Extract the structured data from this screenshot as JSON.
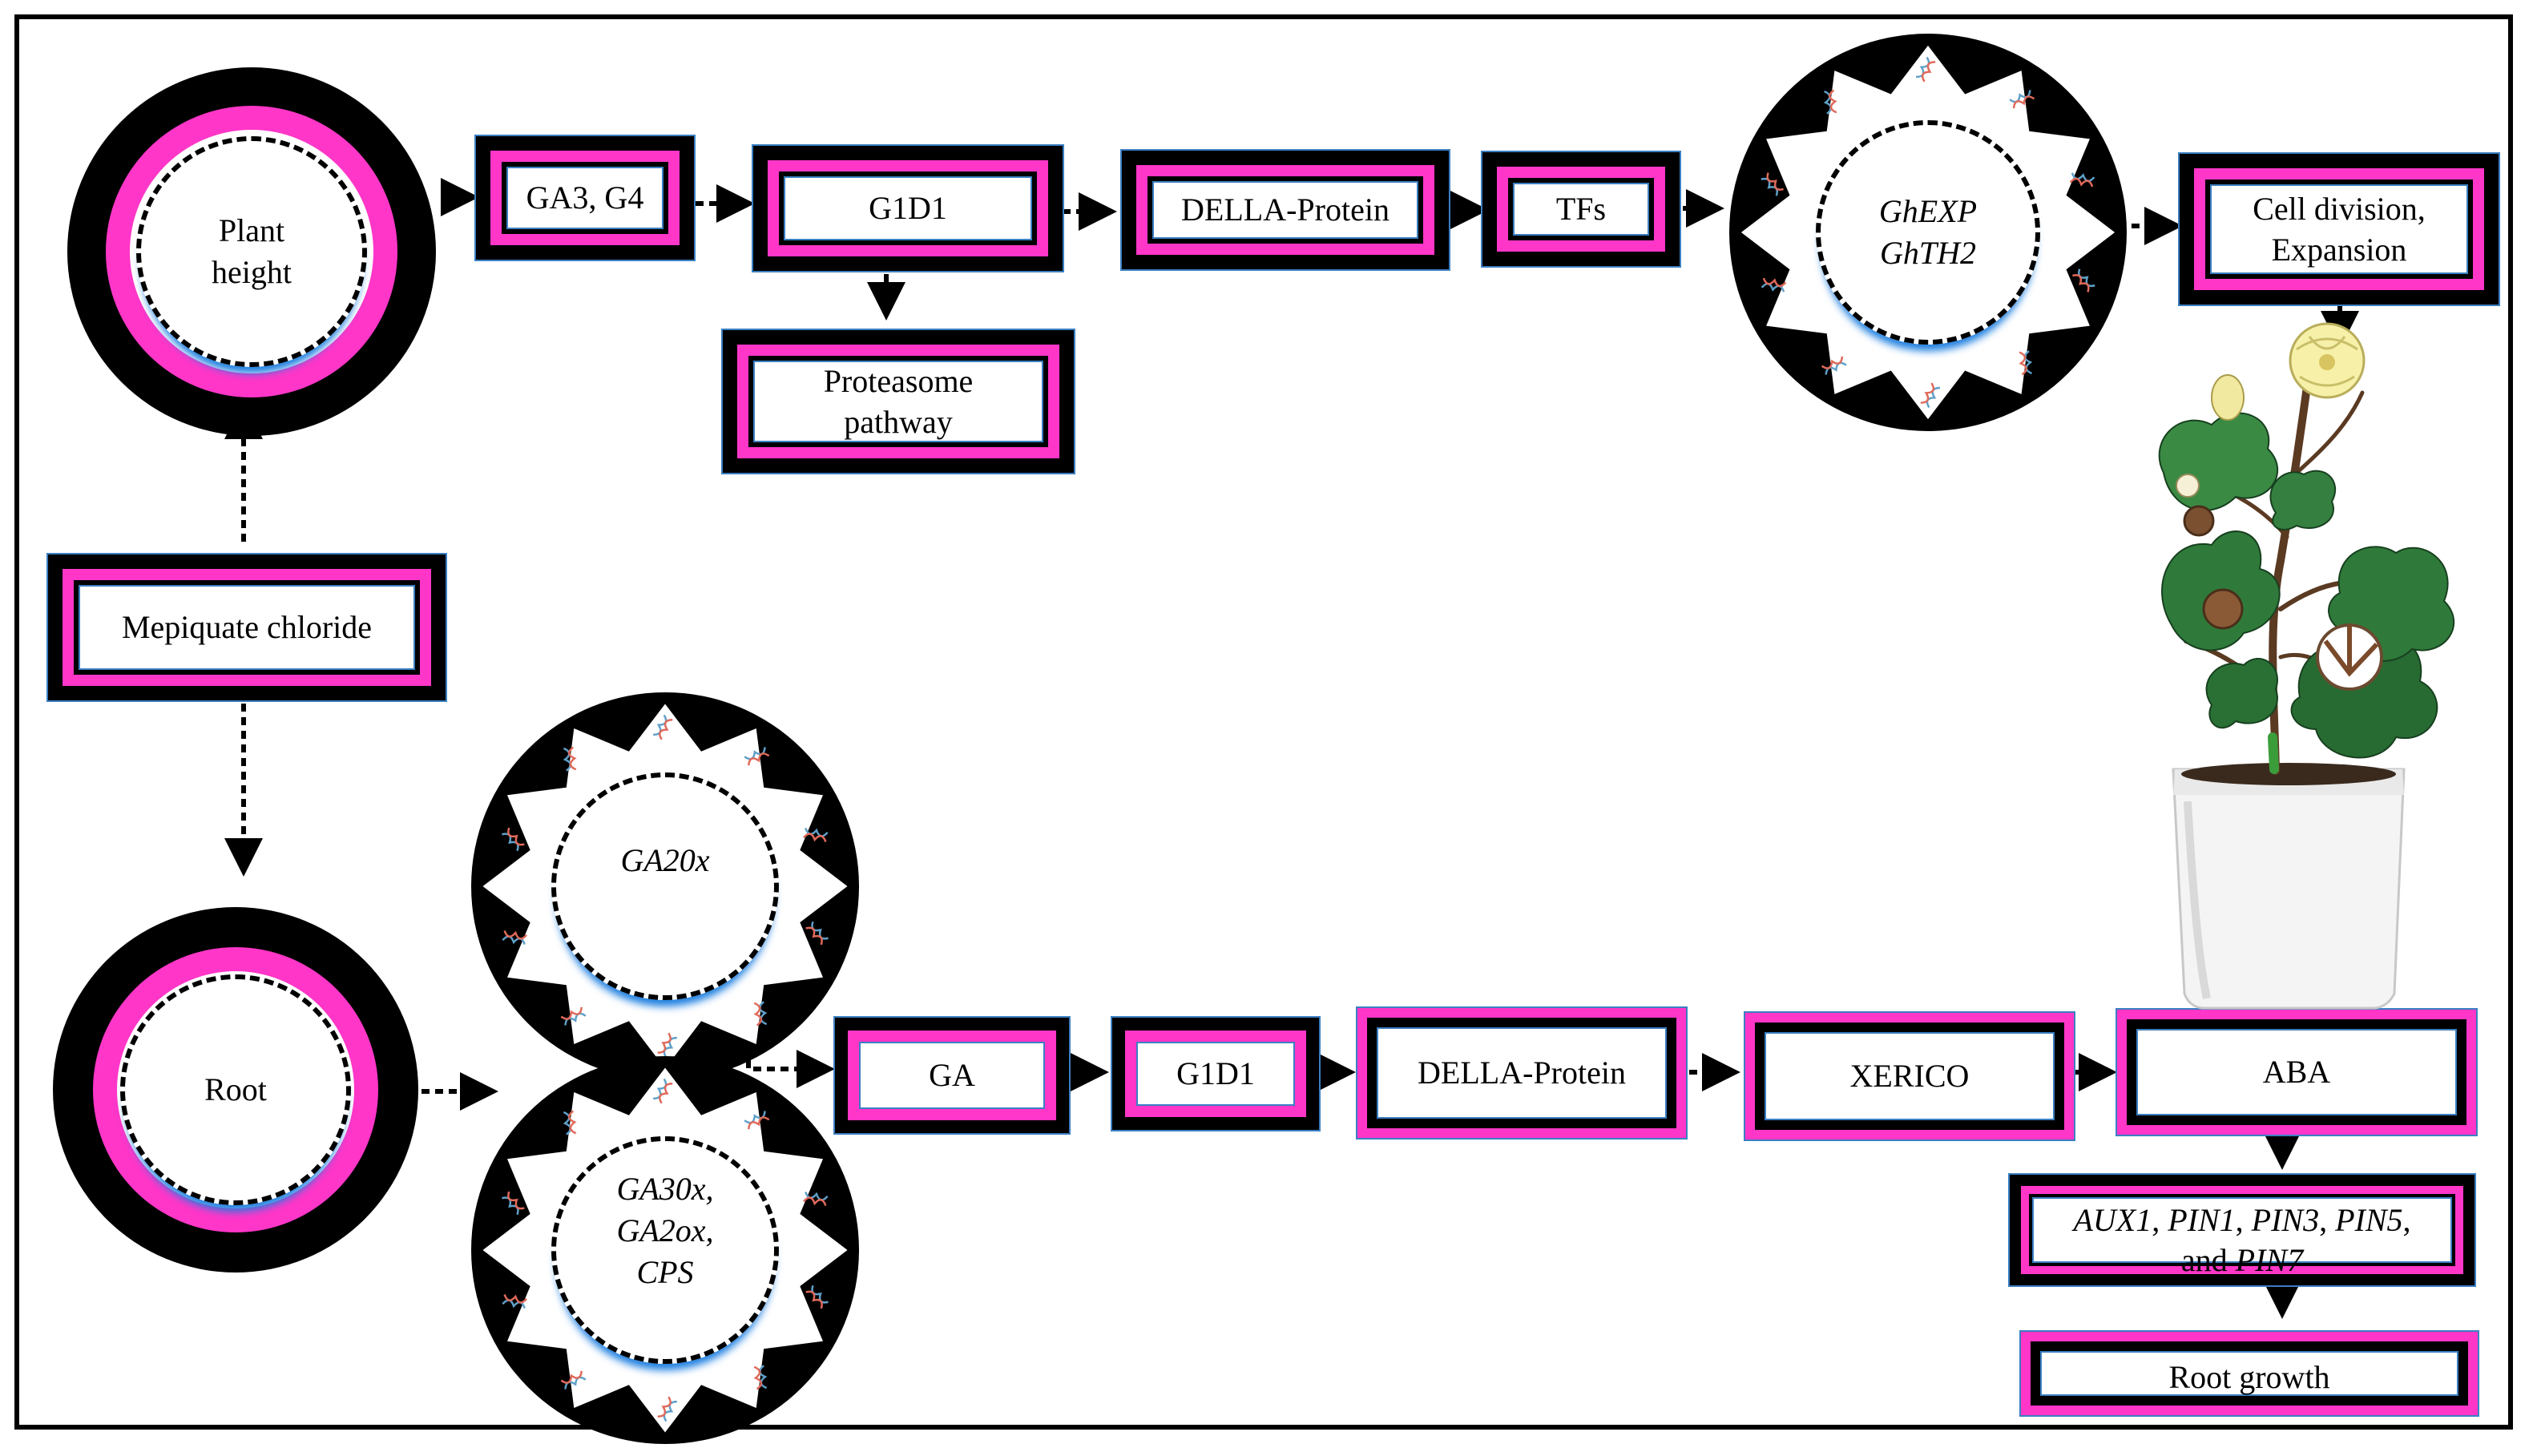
{
  "top": {
    "plant_height": "Plant height",
    "ga3_g4": "GA3, G4",
    "g1d1": "G1D1",
    "proteasome": "Proteasome pathway",
    "della": "DELLA-Protein",
    "tfs": "TFs",
    "gene_1": "GhEXP",
    "gene_2": "GhTH2",
    "cell_division": "Cell division, Expansion"
  },
  "source": {
    "label": "Mepiquate chloride"
  },
  "bottom": {
    "root": "Root",
    "ga20x": "GA20x",
    "gene_group": {
      "line1": "GA30x,",
      "line2": "GA2ox,",
      "line3": "CPS"
    },
    "ga": "GA",
    "g1d1": "G1D1",
    "della": "DELLA-Protein",
    "xerico": "XERICO",
    "aba": "ABA",
    "aux_genes": {
      "g1": "AUX1",
      "sep1": ", ",
      "g2": "PIN1",
      "sep2": ", ",
      "g3": "PIN3",
      "sep3": ", ",
      "g4": "PIN5",
      "sep4": ",",
      "and_text": "and ",
      "g5": "PIN7"
    },
    "root_growth": "Root growth"
  },
  "colors": {
    "pink": "#ff36c8",
    "black": "#000000",
    "blue_glow": "#1e7fe0",
    "box_edge": "#3a7fc2"
  },
  "icons": {
    "dna": "dna-helix-icon",
    "plant": "cotton-plant-icon"
  }
}
